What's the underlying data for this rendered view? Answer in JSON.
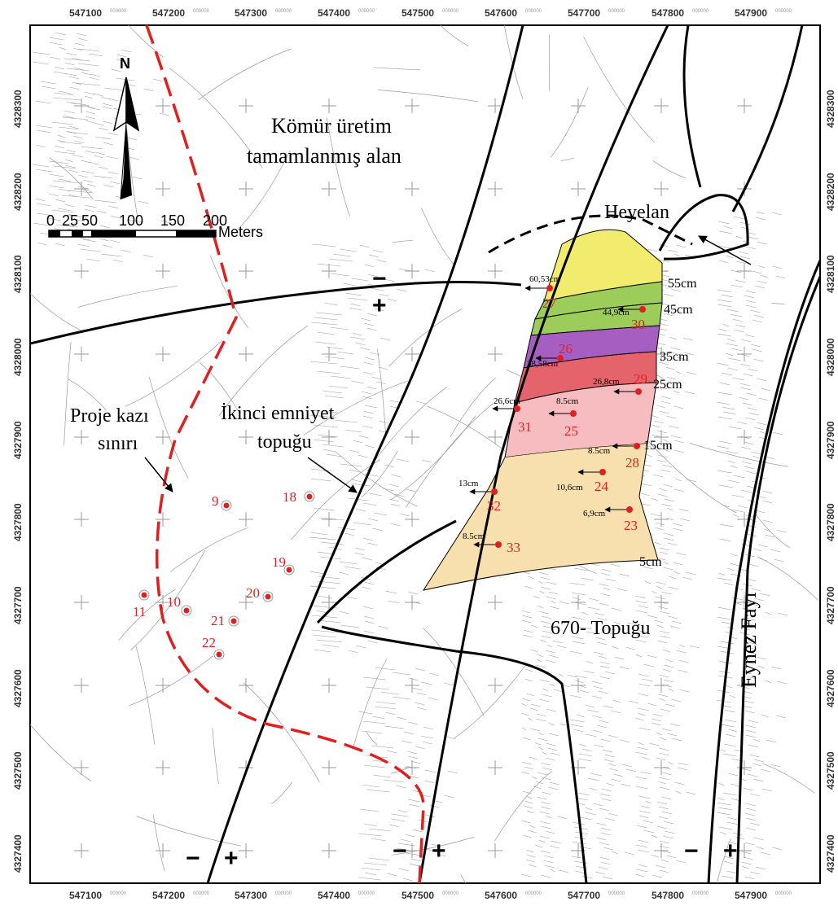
{
  "grid": {
    "x_ticks": [
      "547100",
      "547200",
      "547300",
      "547400",
      "547500",
      "547600",
      "547700",
      "547800",
      "547900"
    ],
    "y_ticks": [
      "4328300",
      "4328200",
      "4328100",
      "4328000",
      "4327900",
      "4327800",
      "4327700",
      "4327600",
      "4327500",
      "4327400"
    ],
    "suffix": "000000"
  },
  "labels": {
    "komur_line1": "Kömür üretim",
    "komur_line2": "tamamlanmış alan",
    "heyelan": "Heyelan",
    "proje_line1": "Proje kazı",
    "proje_line2": "sınırı",
    "ikinci_line1": "İkinci emniyet",
    "ikinci_line2": "topuğu",
    "topugu670": "670- Topuğu",
    "eynez": "Eynez Fayı",
    "minus": "−",
    "plus": "+"
  },
  "north_arrow": {
    "label": "N"
  },
  "scale_bar": {
    "tick_labels": [
      "0",
      "25",
      "50",
      "100",
      "150",
      "200"
    ],
    "unit": "Meters"
  },
  "bands": [
    {
      "label": "55cm",
      "color": "#f2ec6e"
    },
    {
      "label": "45cm",
      "color": "#9ccc5a"
    },
    {
      "label": "35cm",
      "color": "#a65fc1"
    },
    {
      "label": "25cm",
      "color": "#e5646c"
    },
    {
      "label": "15cm",
      "color": "#f7bcc0"
    },
    {
      "label": "5cm",
      "color": "#f8dfae"
    }
  ],
  "points_inside": [
    {
      "id": "27",
      "measure": "60,53cm"
    },
    {
      "id": "30",
      "measure": "44,9cm"
    },
    {
      "id": "26",
      "measure": "38,58cm"
    },
    {
      "id": "29",
      "measure": "26,8cm"
    },
    {
      "id": "31",
      "measure": "26,6cm"
    },
    {
      "id": "25",
      "measure": "8.5cm"
    },
    {
      "id": "28",
      "measure": "8.5cm"
    },
    {
      "id": "24",
      "measure": "10,6cm"
    },
    {
      "id": "32",
      "measure": "13cm"
    },
    {
      "id": "23",
      "measure": "6,9cm"
    },
    {
      "id": "33",
      "measure": "8.5cm"
    }
  ],
  "points_outside": [
    {
      "id": "9"
    },
    {
      "id": "18"
    },
    {
      "id": "19"
    },
    {
      "id": "10"
    },
    {
      "id": "20"
    },
    {
      "id": "21"
    },
    {
      "id": "11"
    },
    {
      "id": "22"
    }
  ],
  "colors": {
    "point": "#e02020",
    "boundary": "#e02020"
  }
}
